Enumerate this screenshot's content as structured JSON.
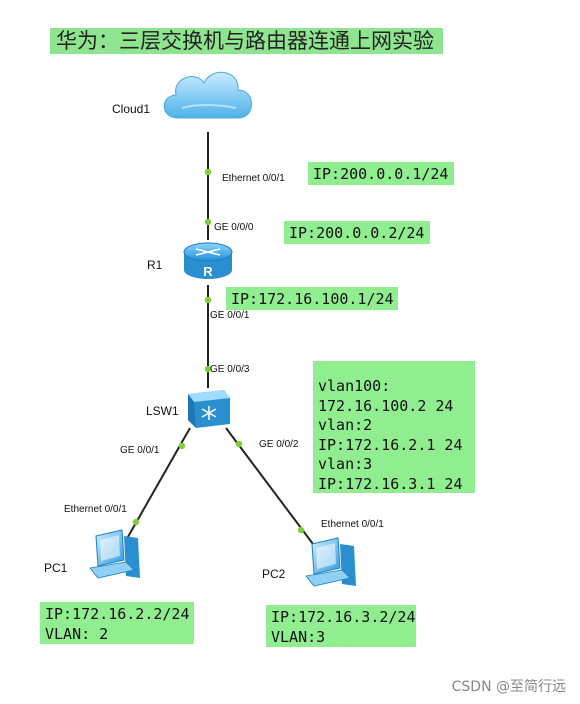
{
  "title": "华为：三层交换机与路由器连通上网实验",
  "devices": {
    "cloud": "Cloud1",
    "router": "R1",
    "switch": "LSW1",
    "pc1": "PC1",
    "pc2": "PC2"
  },
  "ports": {
    "cloud_eth": "Ethernet 0/0/1",
    "r1_ge000": "GE 0/0/0",
    "r1_ge001": "GE 0/0/1",
    "sw_ge003": "GE 0/0/3",
    "sw_ge001": "GE 0/0/1",
    "sw_ge002": "GE 0/0/2",
    "pc1_eth": "Ethernet 0/0/1",
    "pc2_eth": "Ethernet 0/0/1"
  },
  "notes": {
    "cloud_ip": "IP:200.0.0.1/24",
    "r1_wan_ip": "IP:200.0.0.2/24",
    "r1_lan_ip": "IP:172.16.100.1/24",
    "switch_cfg": [
      "vlan100:",
      "172.16.100.2 24",
      "vlan:2",
      "IP:172.16.2.1 24",
      "vlan:3",
      "IP:172.16.3.1 24"
    ],
    "pc1": [
      "IP:172.16.2.2/24",
      "VLAN: 2"
    ],
    "pc2": [
      "IP:172.16.3.2/24",
      "VLAN:3"
    ]
  },
  "watermark": "CSDN @至简行远",
  "colors": {
    "note_bg": "#90ee90",
    "link_dot": "#7ccf3a",
    "device_blue": "#3aa0dc"
  }
}
